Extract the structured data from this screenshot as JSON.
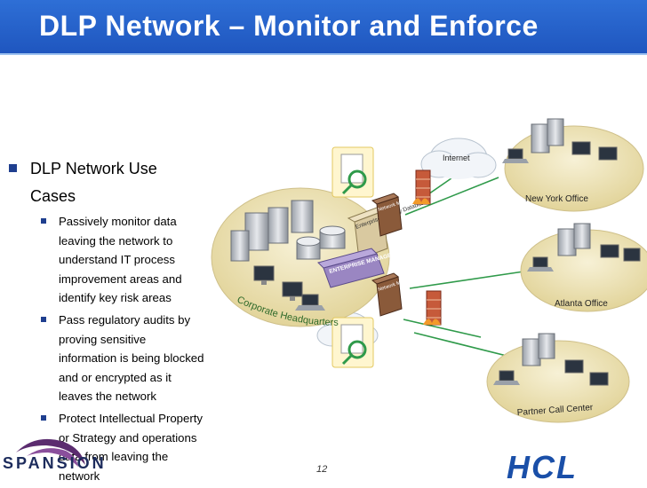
{
  "slide": {
    "title": "DLP Network – Monitor and Enforce",
    "page_number": "12"
  },
  "bullets": {
    "main": "DLP Network Use Cases",
    "subs": [
      "Passively monitor data leaving the network to understand IT process improvement areas and identify key risk areas",
      "Pass regulatory audits by proving sensitive information is being blocked and or encrypted as it leaves the network",
      "Protect Intellectual Property or Strategy and operations data from leaving the network"
    ]
  },
  "diagram": {
    "internet": "Internet",
    "hq": "Corporate Headquarters",
    "offices": [
      "New York Office",
      "Atlanta Office",
      "Partner Call Center"
    ],
    "db_label": "Enterprise Security Database",
    "manager_label": "ENTERPRISE MANAGER",
    "monitor_label": "Network Monitor"
  },
  "logos": {
    "left": "SPANSION",
    "right": "HCL"
  },
  "colors": {
    "title_bar": "#1f56bf",
    "ellipse": "#e9e0b0",
    "link_line": "#2f9a4a",
    "bullet": "#1f3f8f"
  }
}
